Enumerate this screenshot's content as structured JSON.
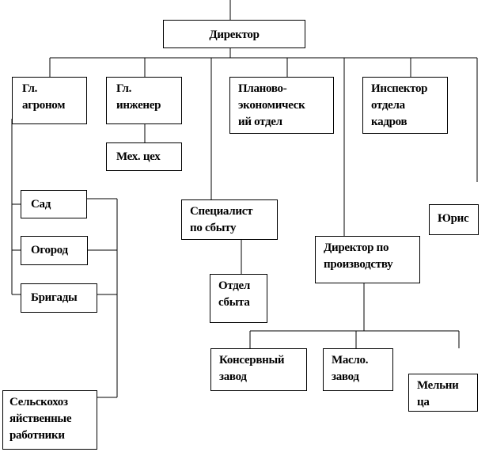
{
  "nodes": {
    "director": "Директор",
    "chief_agronomist": "Гл.\nагроном",
    "chief_engineer": "Гл.\nинженер",
    "mech_shop": "Мех. цех",
    "planning_dept": "Планово-\nэкономическ\nий отдел",
    "hr_inspector": "Инспектор\nотдела\nкадров",
    "sales_specialist": "Специалист\nпо сбыту",
    "lawyer": "Юрис",
    "garden": "Сад",
    "vegetable_garden": "Огород",
    "brigades": "Бригады",
    "sales_dept": "Отдел\nсбыта",
    "production_director": "Директор по\nпроизводству",
    "cannery": "Консервный\nзавод",
    "oil_plant": "Масло.\nзавод",
    "mill": "Мельни\nца",
    "farm_workers": "Сельскохоз\nяйственные\nработники"
  }
}
